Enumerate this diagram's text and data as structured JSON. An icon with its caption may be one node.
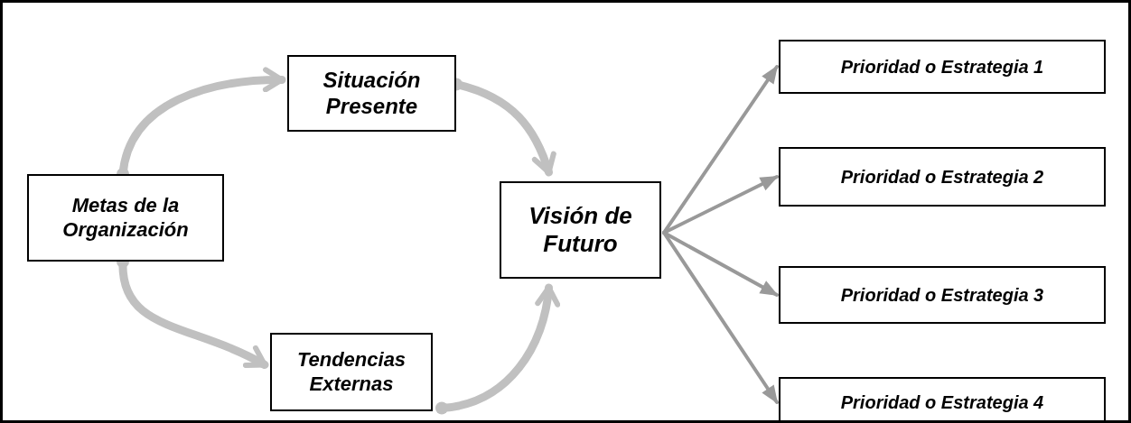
{
  "diagram": {
    "nodes": [
      {
        "text": [
          "Metas de la Organización"
        ]
      },
      {
        "text": [
          "Situación Presente"
        ]
      },
      {
        "text": [
          "Tendencias Externas"
        ]
      },
      {
        "text": [
          "Visión de Futuro"
        ]
      },
      {
        "text": [
          "Prioridad o Estrategia 1"
        ]
      },
      {
        "text": [
          "Prioridad o Estrategia 2"
        ]
      },
      {
        "text": [
          "Prioridad o Estrategia 3"
        ]
      },
      {
        "text": [
          "Prioridad o Estrategia 4"
        ]
      }
    ],
    "edges": [
      {
        "from": 0,
        "to": 1,
        "arrow": "to",
        "style": "thick",
        "color": "#c0c0c0"
      },
      {
        "from": 0,
        "to": 2,
        "arrow": "to",
        "style": "thick",
        "color": "#c0c0c0"
      },
      {
        "from": 1,
        "to": 3,
        "arrow": "to",
        "style": "thick",
        "color": "#c0c0c0"
      },
      {
        "from": 2,
        "to": 3,
        "arrow": "to",
        "style": "thick",
        "color": "#c0c0c0"
      },
      {
        "from": 3,
        "to": 4,
        "arrow": "to",
        "color": "#999999"
      },
      {
        "from": 3,
        "to": 5,
        "arrow": "to",
        "color": "#999999"
      },
      {
        "from": 3,
        "to": 6,
        "arrow": "to",
        "color": "#999999"
      },
      {
        "from": 3,
        "to": 7,
        "arrow": "to",
        "color": "#999999"
      }
    ]
  }
}
